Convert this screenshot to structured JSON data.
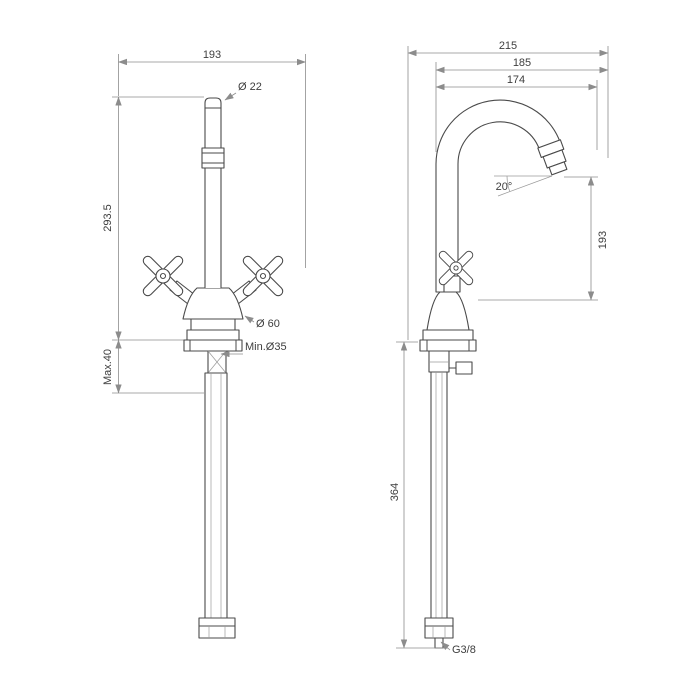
{
  "canvas": {
    "background": "#ffffff",
    "line_color": "#4a4a4a",
    "dimension_color": "#8c8c8c"
  },
  "front_view": {
    "dimensions": {
      "overall_width": "193",
      "spout_diameter": "Ø 22",
      "overall_height": "293.5",
      "body_diameter": "Ø 60",
      "min_hole_diameter": "Min.Ø35",
      "max_deck_thickness": "Max.40"
    }
  },
  "side_view": {
    "dimensions": {
      "overall_depth": "215",
      "spout_depth": "185",
      "spout_reach": "174",
      "spout_angle": "20°",
      "spout_height": "193",
      "supply_pipe_length": "364",
      "connection_thread": "G3/8"
    }
  }
}
